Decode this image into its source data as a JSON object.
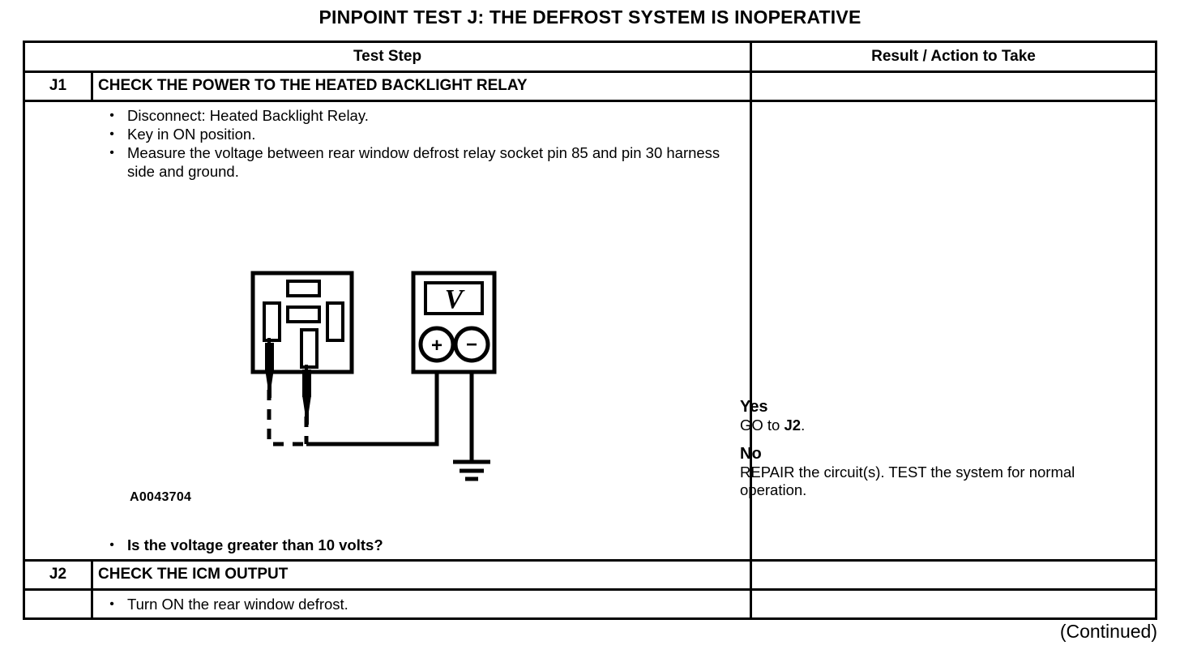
{
  "document": {
    "title": "PINPOINT TEST  J: THE DEFROST SYSTEM IS INOPERATIVE",
    "footer": "(Continued)"
  },
  "table": {
    "headers": {
      "test_step": "Test Step",
      "result_action": "Result / Action to Take"
    },
    "steps": [
      {
        "id": "J1",
        "title": "CHECK THE POWER TO THE HEATED BACKLIGHT RELAY",
        "bullets": [
          "Disconnect: Heated Backlight Relay.",
          "Key in ON position.",
          "Measure the voltage between rear window defrost relay socket pin 85 and pin 30 harness side and ground."
        ],
        "question": "Is the voltage greater than 10 volts?",
        "figure_id": "A0043704",
        "results": [
          {
            "label": "Yes",
            "text_before": "GO to ",
            "text_strong": "J2",
            "text_after": "."
          },
          {
            "label": "No",
            "text_before": "REPAIR the circuit(s). TEST the system for normal operation.",
            "text_strong": "",
            "text_after": ""
          }
        ]
      },
      {
        "id": "J2",
        "title": "CHECK THE ICM OUTPUT",
        "bullets": [
          "Turn ON the rear window defrost."
        ]
      }
    ]
  },
  "figure": {
    "meter_display_symbol": "V",
    "meter_positive_label": "+",
    "meter_negative_label": "−"
  },
  "colors": {
    "ink": "#000000",
    "paper": "#ffffff"
  }
}
